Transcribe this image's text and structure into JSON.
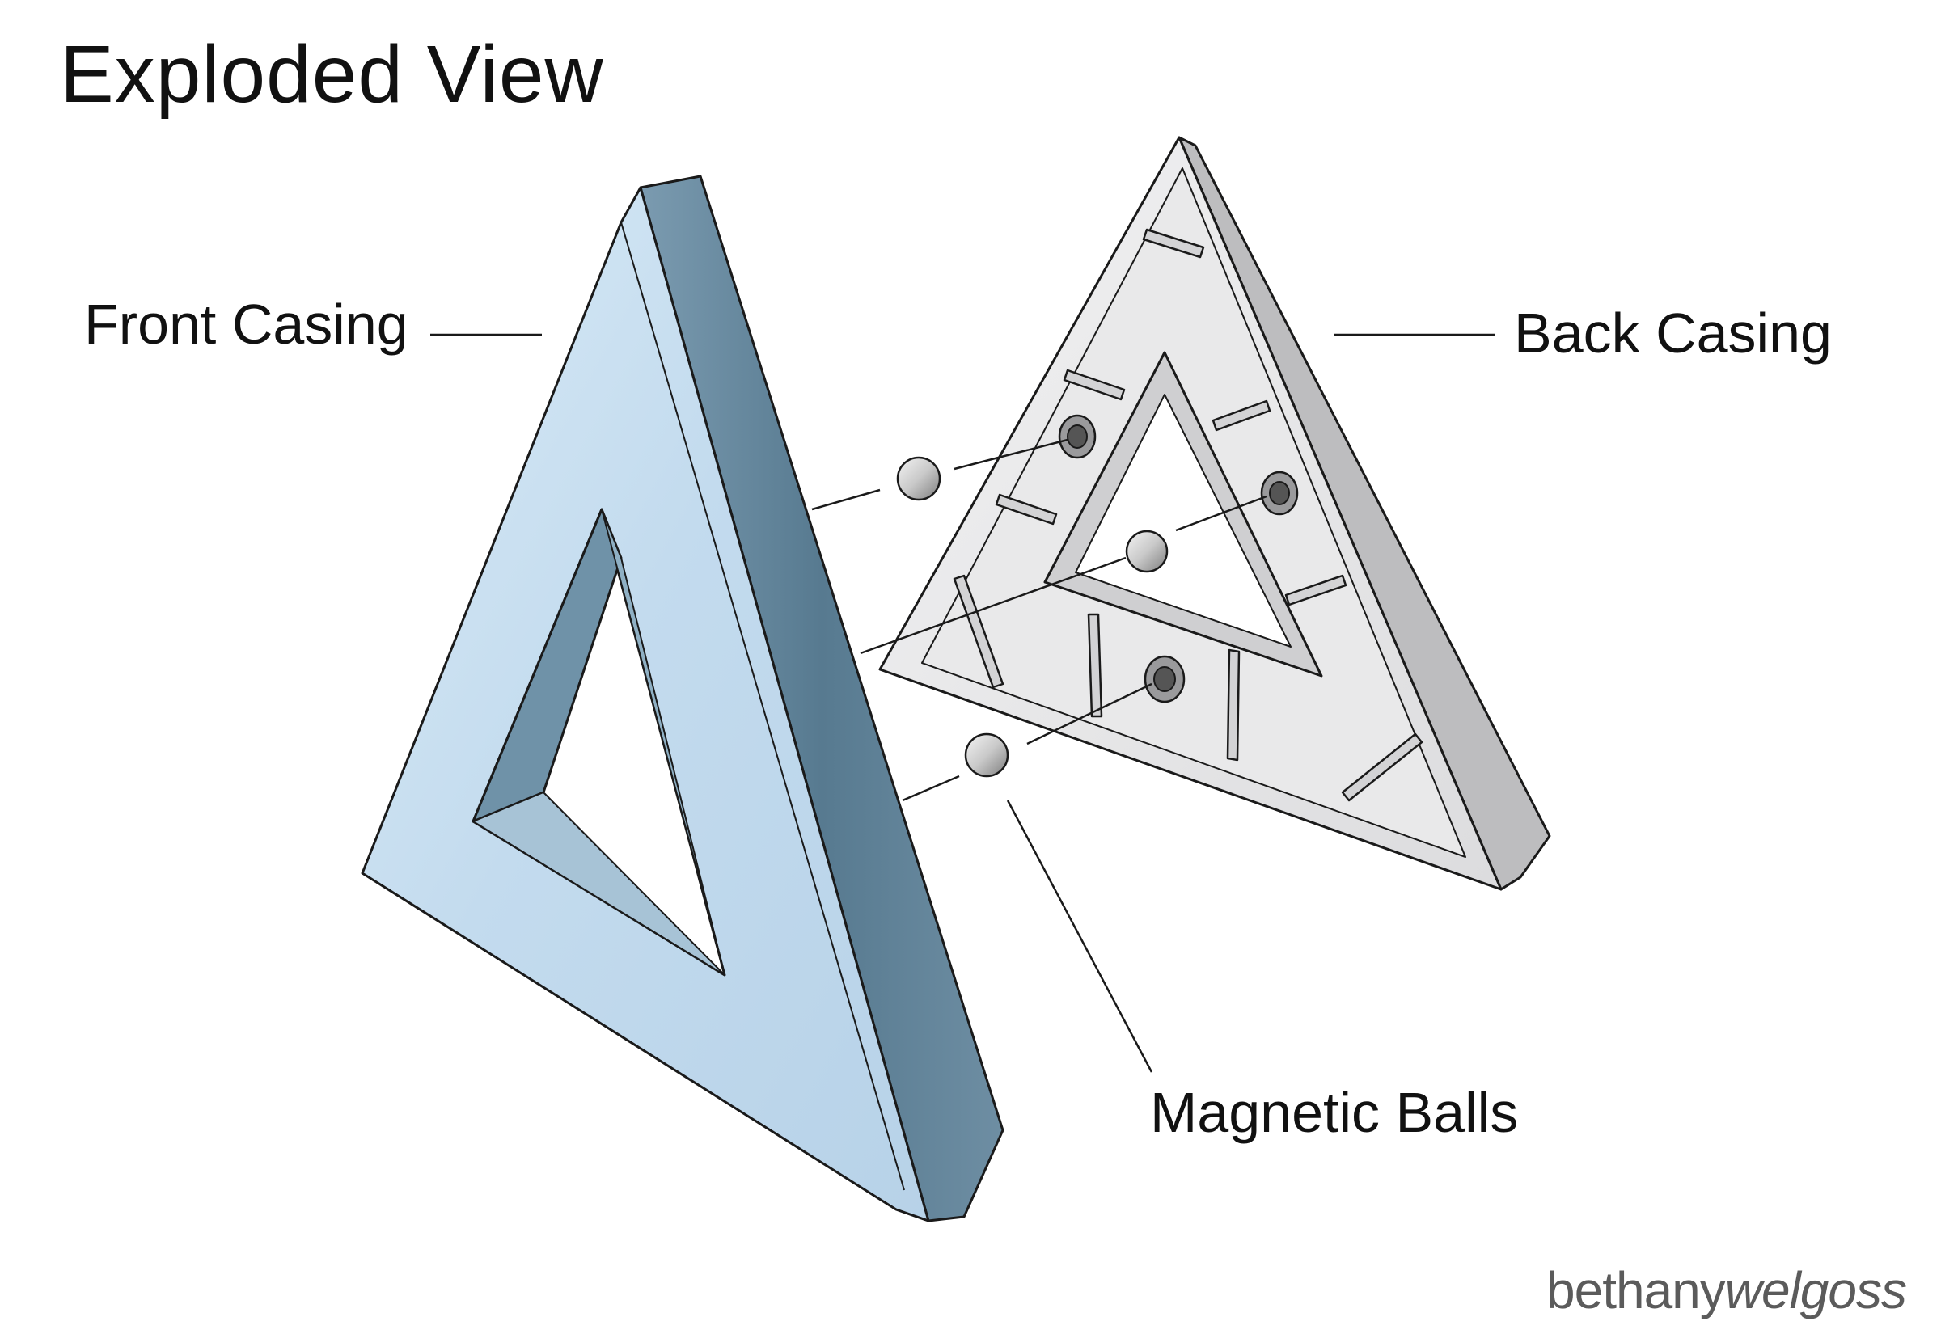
{
  "title": "Exploded View",
  "labels": {
    "front_casing": "Front Casing",
    "back_casing": "Back Casing",
    "magnetic_balls": "Magnetic Balls"
  },
  "signature": {
    "part1": "bethany",
    "part2": "wel",
    "part3": "goss"
  },
  "colors": {
    "front_face": "#c7dff0",
    "front_edge": "#5e7f94",
    "back_casing": "#e7e7e8",
    "back_shadow": "#a9a9ab",
    "ink": "#1a1a1a",
    "signature": "#5b5b5b"
  }
}
